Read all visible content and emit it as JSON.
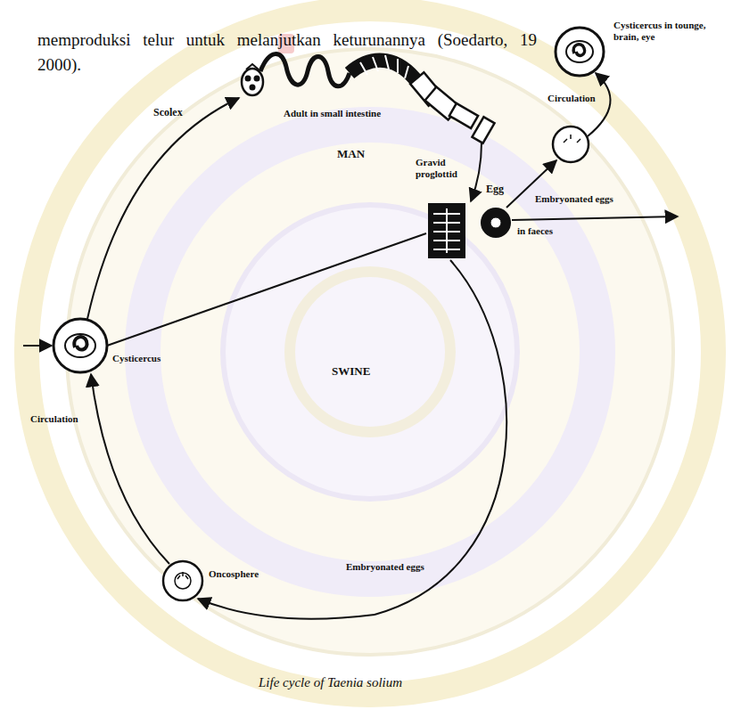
{
  "diagram": {
    "caption": "Life cycle of Taenia solium",
    "labels": [
      "memproduksi telur untuk melanjutkan keturunannya (Soedarto, 19",
      "2000).",
      "Cysticercus in tounge, brain, eye",
      "Scolex",
      "Adult in small intestine",
      "Circulation",
      "MAN",
      "Gravid proglottid",
      "Egg",
      "Embryonated eggs",
      "in faeces",
      "Cysticercus",
      "SWINE",
      "Circulation",
      "Oncosphere",
      "Embryonated eggs"
    ]
  }
}
